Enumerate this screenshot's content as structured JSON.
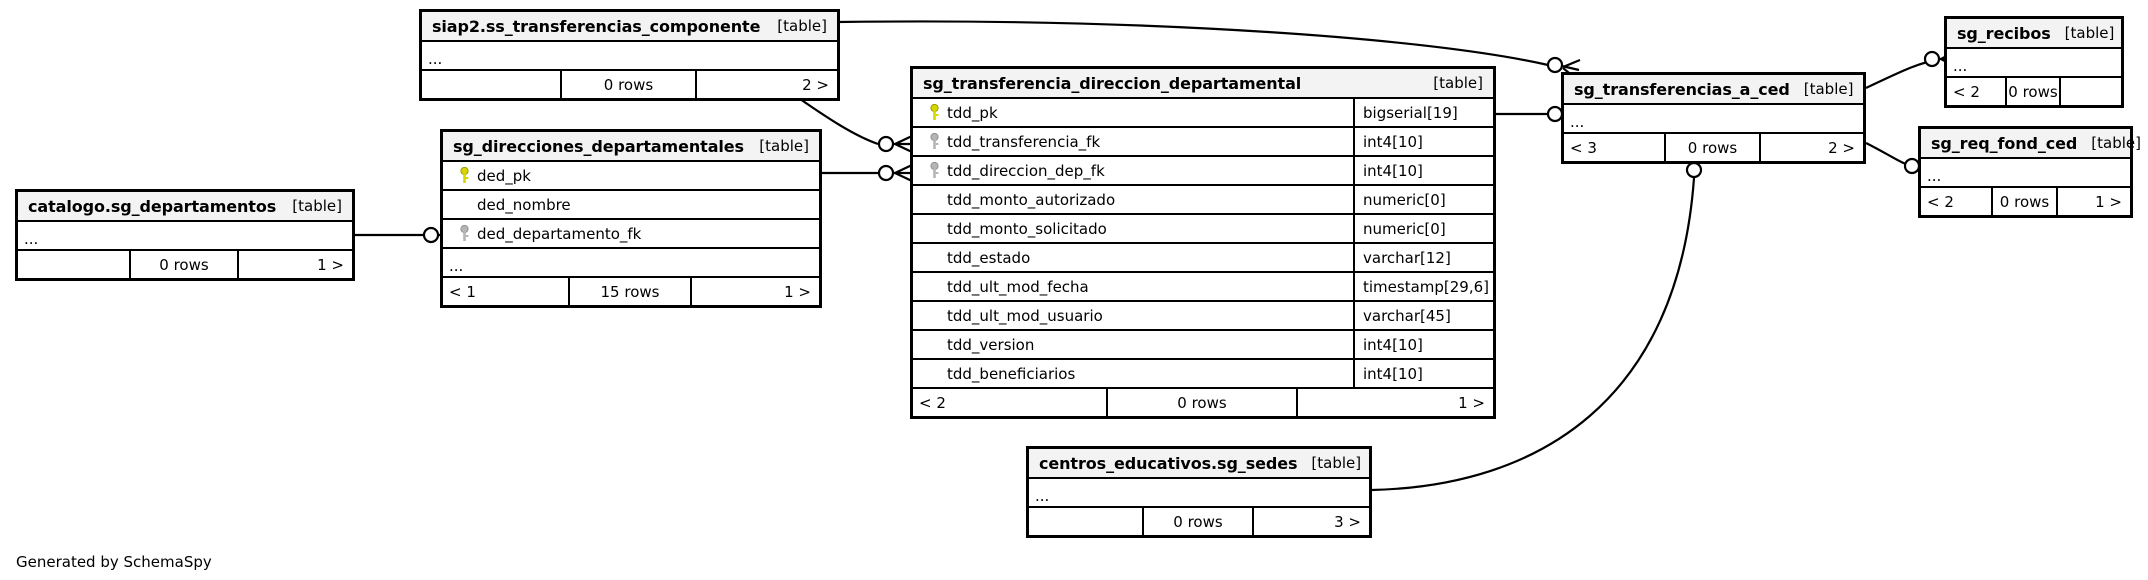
{
  "diagram": {
    "generator_note": "Generated by SchemaSpy",
    "table_tag": "[table]",
    "ellipsis": "...",
    "colors": {
      "background": "#ffffff",
      "table_border": "#000000",
      "header_fill": "#f3f3f3",
      "primary_key_icon": "#d6d600",
      "foreign_key_icon": "#aaaaaa",
      "edge_stroke": "#000000"
    }
  },
  "tables": [
    {
      "id": "siap2_ss_transferencias_componente",
      "name": "siap2.ss_transferencias_componente",
      "tag": "[table]",
      "columns": [],
      "has_ellipsis": true,
      "footer": {
        "left": "",
        "mid": "0 rows",
        "right": "2 >"
      }
    },
    {
      "id": "sg_direcciones_departamentales",
      "name": "sg_direcciones_departamentales",
      "tag": "[table]",
      "columns": [
        {
          "name": "ded_pk",
          "type": "",
          "key": "primary"
        },
        {
          "name": "ded_nombre",
          "type": "",
          "key": "none"
        },
        {
          "name": "ded_departamento_fk",
          "type": "",
          "key": "foreign"
        }
      ],
      "has_ellipsis": true,
      "footer": {
        "left": "< 1",
        "mid": "15 rows",
        "right": "1 >"
      }
    },
    {
      "id": "catalogo_sg_departamentos",
      "name": "catalogo.sg_departamentos",
      "tag": "[table]",
      "columns": [],
      "has_ellipsis": true,
      "footer": {
        "left": "",
        "mid": "0 rows",
        "right": "1 >"
      }
    },
    {
      "id": "sg_transferencia_direccion_departamental",
      "name": "sg_transferencia_direccion_departamental",
      "tag": "[table]",
      "columns": [
        {
          "name": "tdd_pk",
          "type": "bigserial[19]",
          "key": "primary"
        },
        {
          "name": "tdd_transferencia_fk",
          "type": "int4[10]",
          "key": "foreign"
        },
        {
          "name": "tdd_direccion_dep_fk",
          "type": "int4[10]",
          "key": "foreign"
        },
        {
          "name": "tdd_monto_autorizado",
          "type": "numeric[0]",
          "key": "none"
        },
        {
          "name": "tdd_monto_solicitado",
          "type": "numeric[0]",
          "key": "none"
        },
        {
          "name": "tdd_estado",
          "type": "varchar[12]",
          "key": "none"
        },
        {
          "name": "tdd_ult_mod_fecha",
          "type": "timestamp[29,6]",
          "key": "none"
        },
        {
          "name": "tdd_ult_mod_usuario",
          "type": "varchar[45]",
          "key": "none"
        },
        {
          "name": "tdd_version",
          "type": "int4[10]",
          "key": "none"
        },
        {
          "name": "tdd_beneficiarios",
          "type": "int4[10]",
          "key": "none"
        }
      ],
      "has_ellipsis": false,
      "footer": {
        "left": "< 2",
        "mid": "0 rows",
        "right": "1 >"
      }
    },
    {
      "id": "sg_transferencias_a_ced",
      "name": "sg_transferencias_a_ced",
      "tag": "[table]",
      "columns": [],
      "has_ellipsis": true,
      "footer": {
        "left": "< 3",
        "mid": "0 rows",
        "right": "2 >"
      }
    },
    {
      "id": "sg_recibos",
      "name": "sg_recibos",
      "tag": "[table]",
      "columns": [],
      "has_ellipsis": true,
      "footer": {
        "left": "< 2",
        "mid": "0 rows",
        "right": ""
      }
    },
    {
      "id": "sg_req_fond_ced",
      "name": "sg_req_fond_ced",
      "tag": "[table]",
      "columns": [],
      "has_ellipsis": true,
      "footer": {
        "left": "< 2",
        "mid": "0 rows",
        "right": "1 >"
      }
    },
    {
      "id": "centros_educativos_sg_sedes",
      "name": "centros_educativos.sg_sedes",
      "tag": "[table]",
      "columns": [],
      "has_ellipsis": true,
      "footer": {
        "left": "",
        "mid": "0 rows",
        "right": "3 >"
      }
    }
  ],
  "relationships": [
    {
      "from": "siap2.ss_transferencias_componente",
      "to": "sg_transferencia_direccion_departamental.tdd_transferencia_fk"
    },
    {
      "from": "sg_direcciones_departamentales.ded_pk",
      "to": "sg_transferencia_direccion_departamental.tdd_direccion_dep_fk"
    },
    {
      "from": "catalogo.sg_departamentos",
      "to": "sg_direcciones_departamentales.ded_departamento_fk"
    },
    {
      "from": "siap2.ss_transferencias_componente",
      "to": "sg_transferencias_a_ced"
    },
    {
      "from": "sg_transferencia_direccion_departamental.tdd_pk",
      "to": "sg_transferencias_a_ced"
    },
    {
      "from": "sg_transferencias_a_ced",
      "to": "sg_recibos"
    },
    {
      "from": "sg_transferencias_a_ced",
      "to": "sg_req_fond_ced"
    },
    {
      "from": "centros_educativos.sg_sedes",
      "to": "sg_transferencias_a_ced"
    }
  ]
}
